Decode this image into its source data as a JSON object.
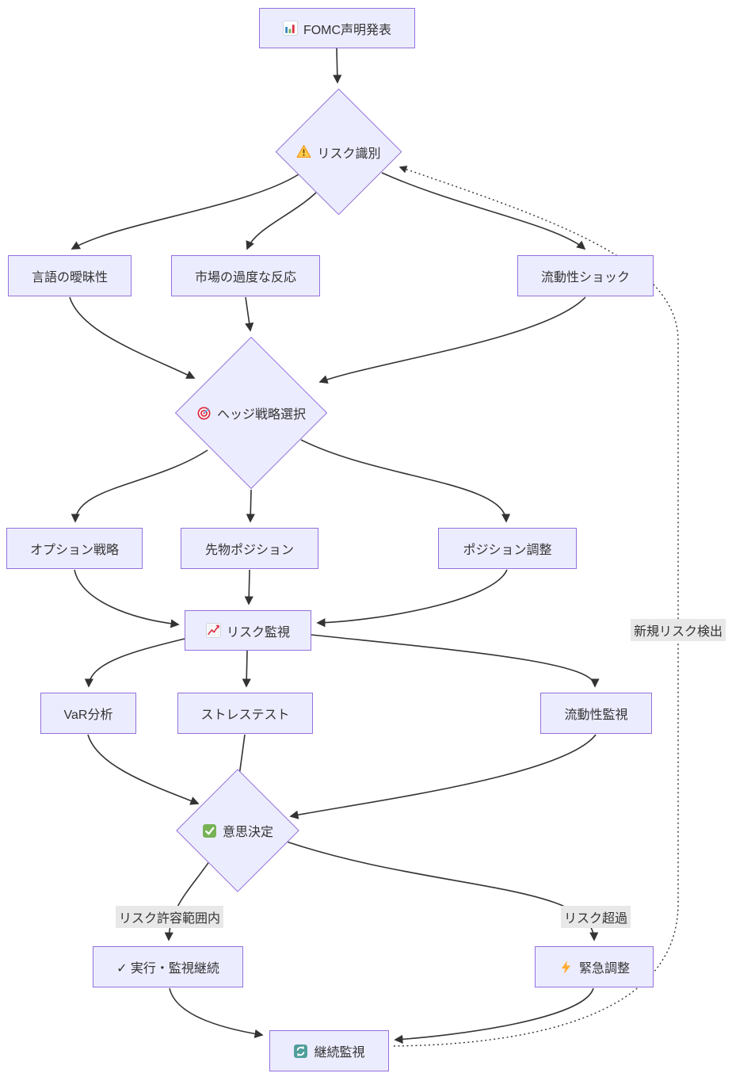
{
  "nodes": {
    "fomc": {
      "label": "FOMC声明発表",
      "icon": "bar-chart"
    },
    "risk_identification": {
      "label": "リスク識別",
      "icon": "warning"
    },
    "language_ambiguity": {
      "label": "言語の曖昧性"
    },
    "market_overreaction": {
      "label": "市場の過度な反応"
    },
    "liquidity_shock": {
      "label": "流動性ショック"
    },
    "hedge_strategy": {
      "label": "ヘッジ戦略選択",
      "icon": "target"
    },
    "option_strategy": {
      "label": "オプション戦略"
    },
    "futures_position": {
      "label": "先物ポジション"
    },
    "position_adjustment": {
      "label": "ポジション調整"
    },
    "risk_monitoring": {
      "label": "リスク監視",
      "icon": "chart-increasing"
    },
    "var_analysis": {
      "label": "VaR分析"
    },
    "stress_test": {
      "label": "ストレステスト"
    },
    "liquidity_monitoring": {
      "label": "流動性監視"
    },
    "decision": {
      "label": "意思決定",
      "icon": "check-button"
    },
    "execute_monitor": {
      "label": "✓ 実行・監視継続"
    },
    "emergency_adjustment": {
      "label": "緊急調整",
      "icon": "lightning"
    },
    "continuous_monitoring": {
      "label": "継続監視",
      "icon": "cycle-arrows"
    }
  },
  "edge_labels": {
    "within_risk_tolerance": "リスク許容範囲内",
    "risk_exceeded": "リスク超過",
    "new_risk_detected": "新規リスク検出"
  },
  "colors": {
    "node_fill": "#ECECFF",
    "node_border": "#9370DB",
    "edge": "#333333",
    "label_bg": "#e8e8e8",
    "text": "#333333"
  }
}
